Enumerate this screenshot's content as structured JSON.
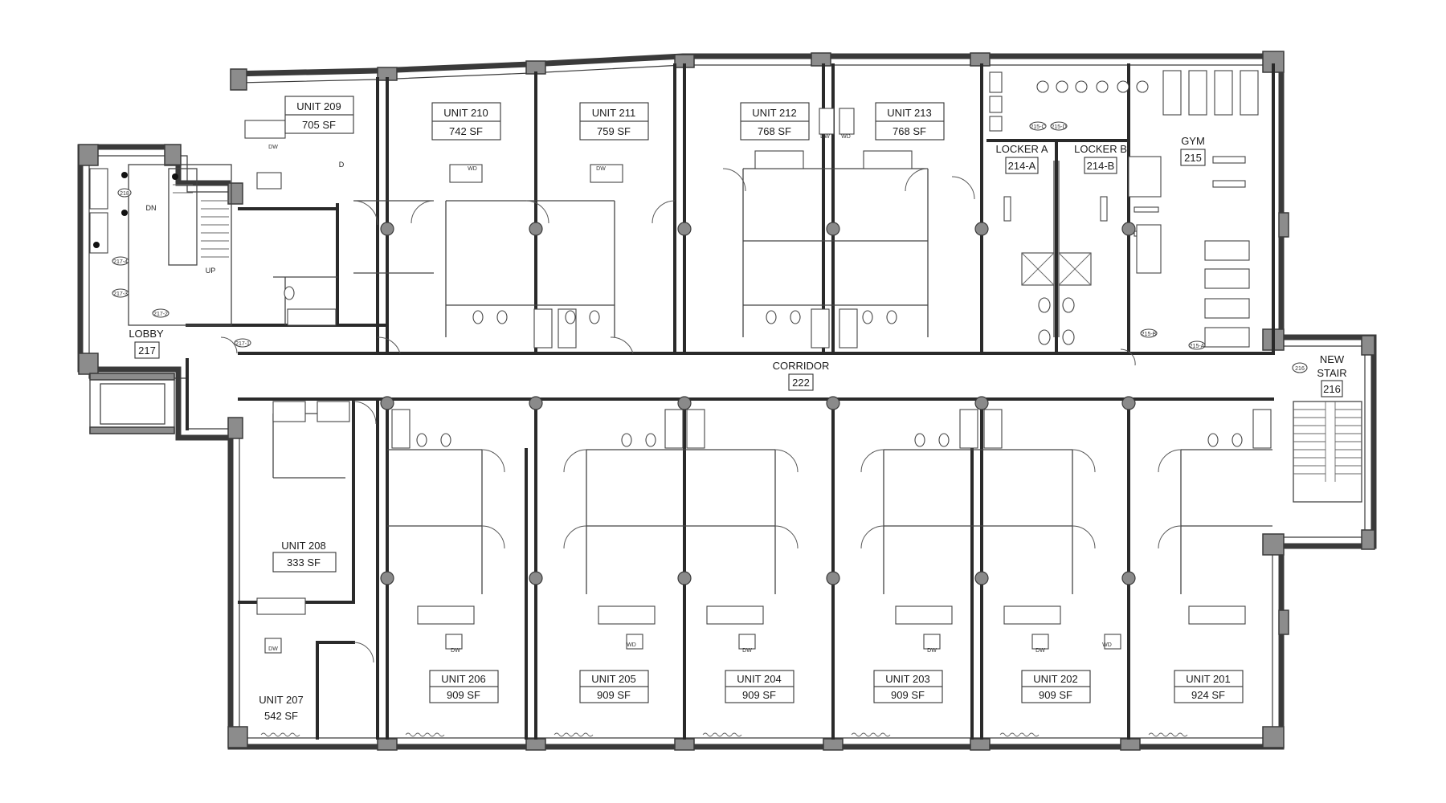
{
  "units": [
    {
      "id": "unit-209",
      "name": "UNIT 209",
      "area": "705 SF"
    },
    {
      "id": "unit-210",
      "name": "UNIT 210",
      "area": "742 SF"
    },
    {
      "id": "unit-211",
      "name": "UNIT 211",
      "area": "759 SF"
    },
    {
      "id": "unit-212",
      "name": "UNIT 212",
      "area": "768 SF"
    },
    {
      "id": "unit-213",
      "name": "UNIT 213",
      "area": "768 SF"
    },
    {
      "id": "unit-208",
      "name": "UNIT 208",
      "area": "333 SF"
    },
    {
      "id": "unit-207",
      "name": "UNIT 207",
      "area": "542 SF"
    },
    {
      "id": "unit-206",
      "name": "UNIT 206",
      "area": "909 SF"
    },
    {
      "id": "unit-205",
      "name": "UNIT 205",
      "area": "909 SF"
    },
    {
      "id": "unit-204",
      "name": "UNIT 204",
      "area": "909 SF"
    },
    {
      "id": "unit-203",
      "name": "UNIT 203",
      "area": "909 SF"
    },
    {
      "id": "unit-202",
      "name": "UNIT 202",
      "area": "909 SF"
    },
    {
      "id": "unit-201",
      "name": "UNIT 201",
      "area": "924 SF"
    }
  ],
  "rooms": {
    "lobby": {
      "name": "LOBBY",
      "number": "217"
    },
    "corridor": {
      "name": "CORRIDOR",
      "number": "222"
    },
    "gym": {
      "name": "GYM",
      "number": "215"
    },
    "locker_a": {
      "name": "LOCKER A",
      "number": "214-A"
    },
    "locker_b": {
      "name": "LOCKER B",
      "number": "214-B"
    },
    "new_stair": {
      "line1": "NEW",
      "line2": "STAIR",
      "number": "216"
    }
  },
  "marks": {
    "stair_dn": "DN",
    "stair_up": "UP",
    "dryer": "D",
    "dishwasher": "DW",
    "washer_dryer": "WD"
  },
  "door_tags": [
    "215-C",
    "215-D",
    "215-B",
    "215-A",
    "216",
    "217-1",
    "217-2",
    "217-3",
    "217-4",
    "218"
  ]
}
